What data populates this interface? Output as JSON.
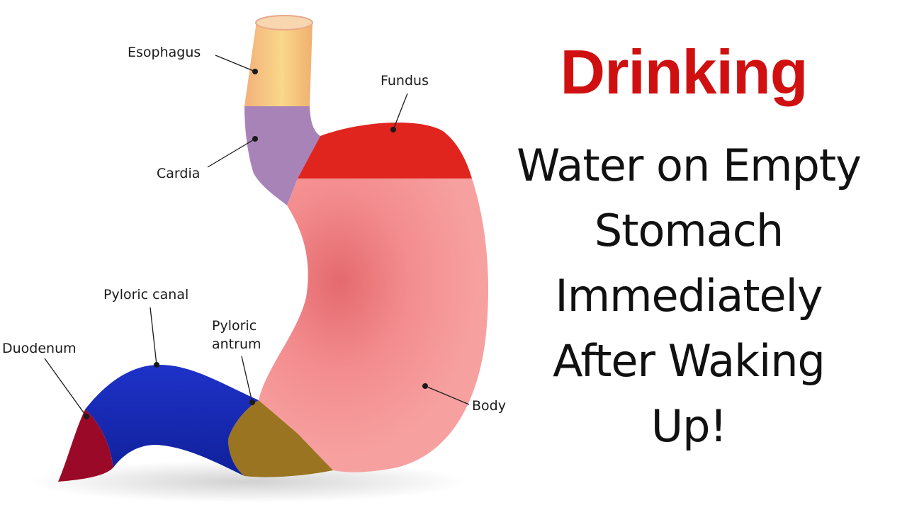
{
  "headline": "Drinking",
  "subtitle_lines": [
    "Water on Empty",
    "Stomach",
    "Immediately",
    "After Waking",
    "Up!"
  ],
  "labels": {
    "esophagus": "Esophagus",
    "fundus": "Fundus",
    "cardia": "Cardia",
    "pyloric_canal": "Pyloric canal",
    "pyloric_antrum_line1": "Pyloric",
    "pyloric_antrum_line2": "antrum",
    "duodenum": "Duodenum",
    "body": "Body"
  },
  "colors": {
    "headline": "#d01010",
    "esophagus": "#f5c27a",
    "cardia": "#a883b8",
    "fundus": "#e0251e",
    "body": "#f58c8c",
    "pyloric_antrum": "#9a7420",
    "pyloric_canal": "#1a2cb0",
    "duodenum": "#9a0a28"
  }
}
